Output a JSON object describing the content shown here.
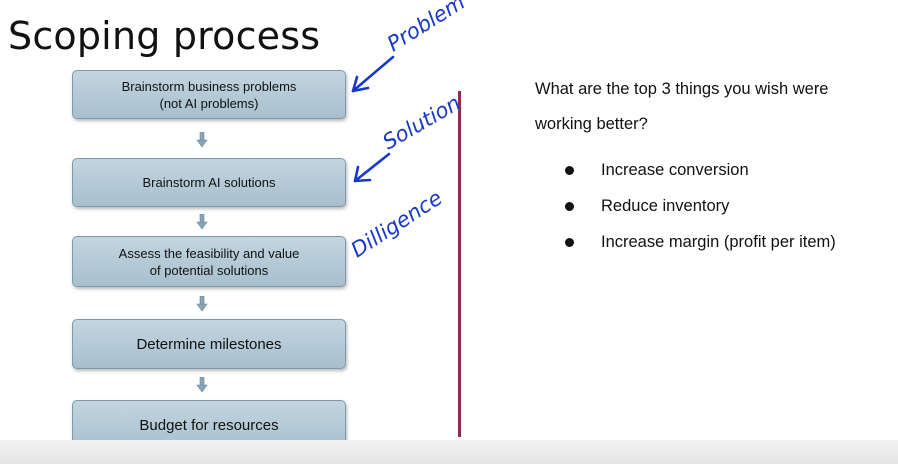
{
  "slide": {
    "title": "Scoping process",
    "steps": [
      {
        "line1": "Brainstorm business problems",
        "line2": "(not AI problems)"
      },
      {
        "line1": "Brainstorm AI solutions"
      },
      {
        "line1": "Assess the feasibility and value",
        "line2": "of potential solutions"
      },
      {
        "line1": "Determine milestones"
      },
      {
        "line1": "Budget for resources"
      }
    ],
    "question_line1": "What are the top 3 things you wish were",
    "question_line2": "working better?",
    "bullets": [
      "Increase conversion",
      "Reduce inventory",
      "Increase margin (profit per item)"
    ]
  },
  "annotations": {
    "problem": "Problem",
    "solution": "Solution",
    "diligence": "Dilligence",
    "ink_color": "#1838c8"
  },
  "colors": {
    "box_fill": "#b5cad7",
    "divider": "#8a2d55"
  }
}
